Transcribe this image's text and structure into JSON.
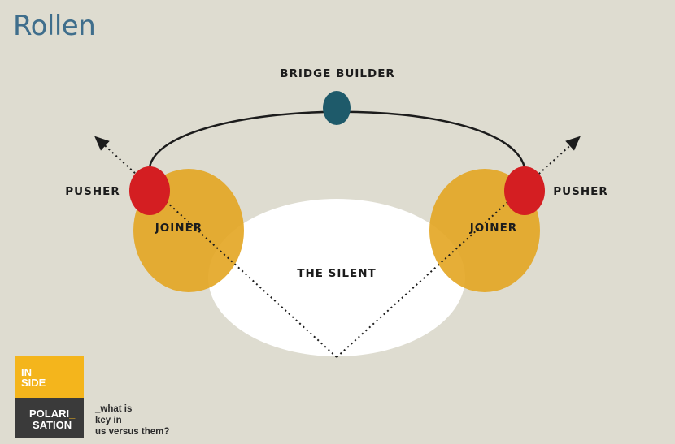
{
  "title": "Rollen",
  "diagram": {
    "labels": {
      "bridge_builder": "BRIDGE BUILDER",
      "pusher_left": "PUSHER",
      "pusher_right": "PUSHER",
      "joiner_left": "JOINER",
      "joiner_right": "JOINER",
      "silent": "THE SILENT"
    },
    "colors": {
      "background": "#dedcd0",
      "silent": "#ffffff",
      "joiner": "#e3a521",
      "pusher": "#d41e22",
      "bridge_builder": "#1e5a6a",
      "line": "#1c1c1c"
    }
  },
  "logo": {
    "top_line1": "IN_",
    "top_line2": "SIDE",
    "bottom_line1_main": "POLARI",
    "bottom_line1_mark": "_",
    "bottom_line2": "SATION",
    "colors": {
      "top": "#f4b51c",
      "bottom": "#3a3a3a"
    }
  },
  "tagline": [
    "_what is",
    "key in",
    "us versus them?"
  ]
}
